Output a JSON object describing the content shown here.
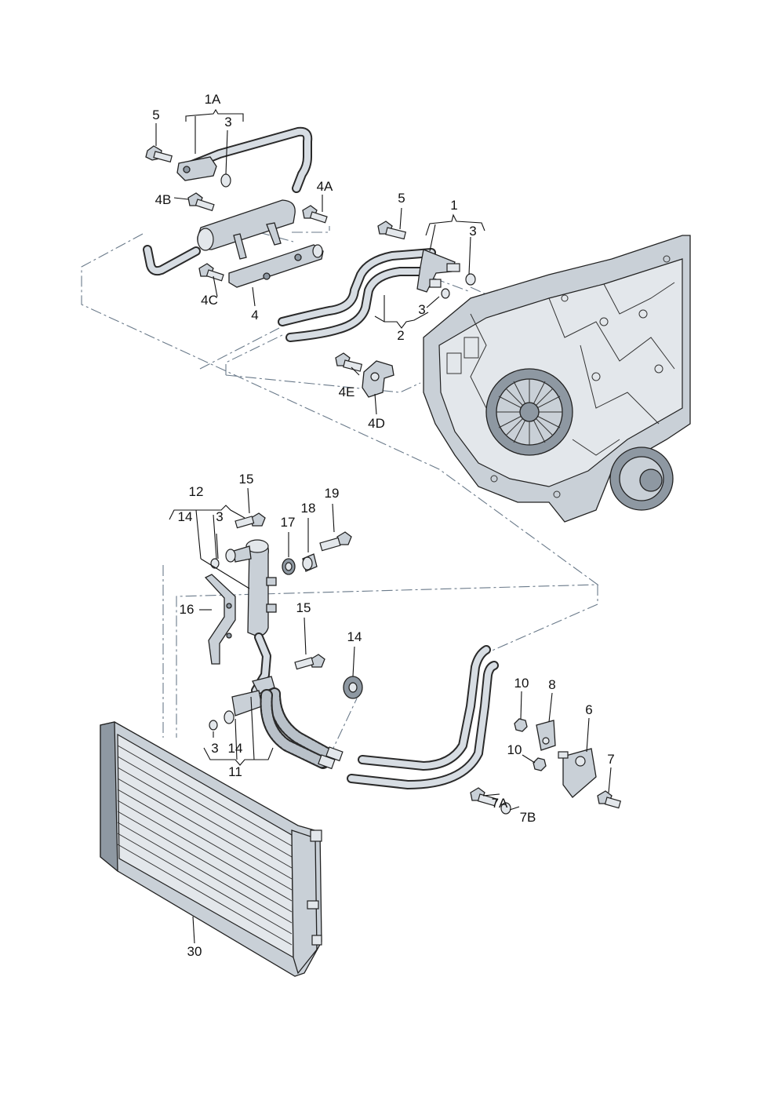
{
  "labels": {
    "l_1A": "1A",
    "l_5a": "5",
    "l_3a": "3",
    "l_4B": "4B",
    "l_4A": "4A",
    "l_4C": "4C",
    "l_4": "4",
    "l_5b": "5",
    "l_1": "1",
    "l_3b": "3",
    "l_3c": "3",
    "l_2": "2",
    "l_4E": "4E",
    "l_4D": "4D",
    "l_12": "12",
    "l_14a": "14",
    "l_3d": "3",
    "l_15a": "15",
    "l_17": "17",
    "l_18": "18",
    "l_19": "19",
    "l_16": "16",
    "l_15b": "15",
    "l_14b": "14",
    "l_3e": "3",
    "l_14c": "14",
    "l_11": "11",
    "l_10a": "10",
    "l_8": "8",
    "l_6": "6",
    "l_10b": "10",
    "l_7": "7",
    "l_7A": "7A",
    "l_7B": "7B",
    "l_30": "30"
  },
  "colors": {
    "line": "#111111",
    "part_fill": "#c9d0d7",
    "dash": "#6a7a8a"
  }
}
